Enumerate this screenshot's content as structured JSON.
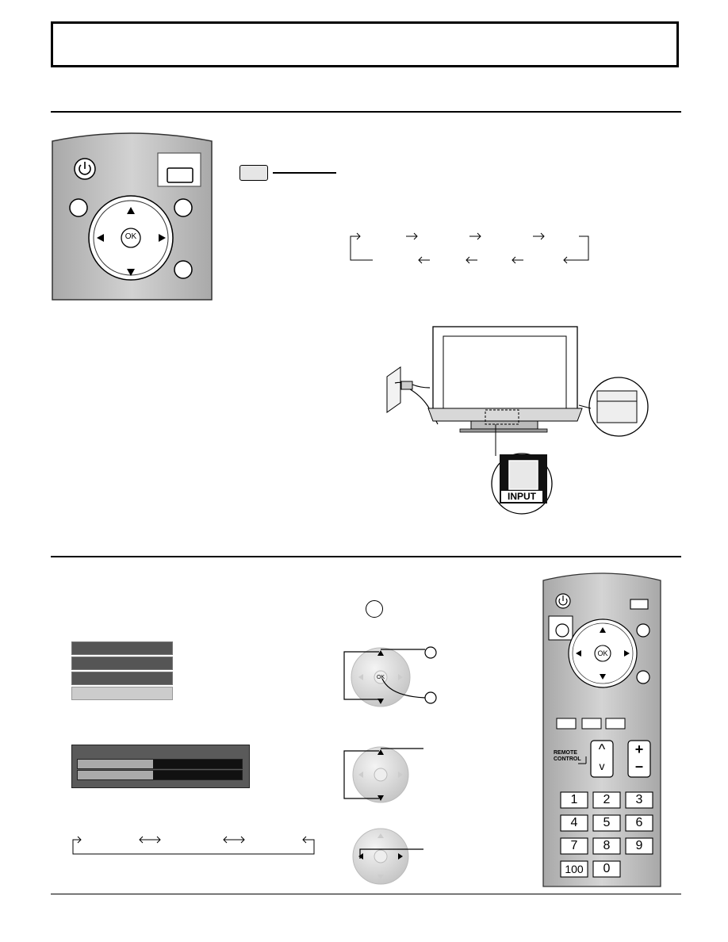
{
  "remote_top": {
    "power_icon": "power-icon",
    "ok_label": "OK"
  },
  "remote_right": {
    "ok_label": "OK",
    "remote_control_label_line1": "REMOTE",
    "remote_control_label_line2": "CONTROL",
    "volume_plus": "+",
    "volume_minus": "–",
    "channel_up": "^",
    "channel_down": "v",
    "number_keys": [
      "1",
      "2",
      "3",
      "4",
      "5",
      "6",
      "7",
      "8",
      "9",
      "100",
      "0"
    ]
  },
  "tv_panel": {
    "input_button_label": "INPUT"
  },
  "dpad_small": {
    "ok_label": "OK"
  },
  "colors": {
    "remote_body": "#bdbdbd",
    "menu_dark": "#555555",
    "menu_light": "#c8c8c8",
    "slider_fill": "#111111"
  }
}
